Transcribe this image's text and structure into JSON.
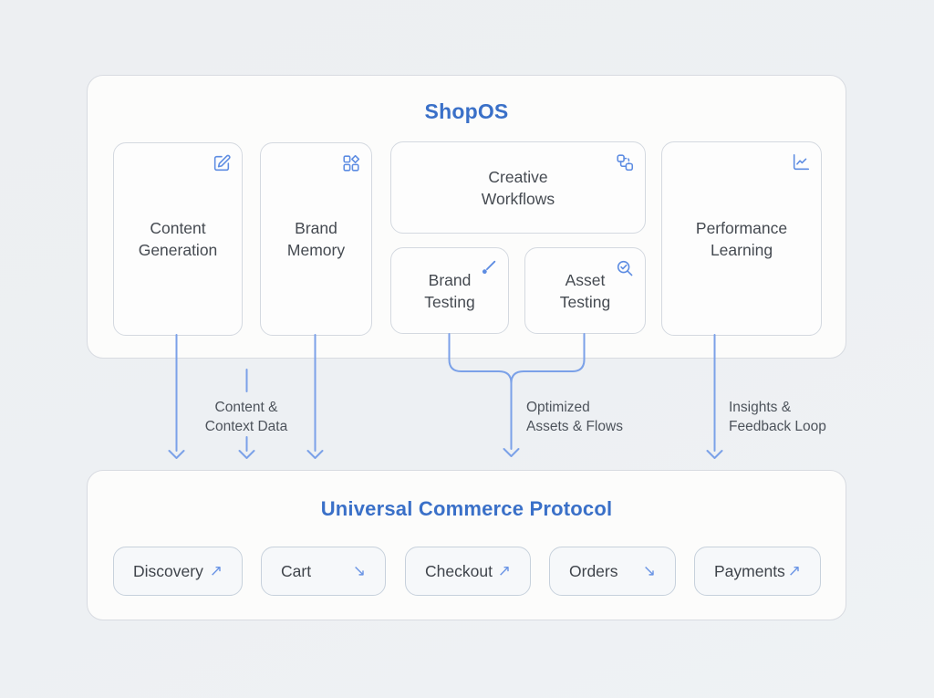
{
  "colors": {
    "accent_blue": "#3a70c8",
    "icon_blue": "#5d8ce2",
    "arrow_blue": "#7ba1e8"
  },
  "shopos": {
    "title": "ShopOS",
    "modules": [
      {
        "label": "Content Generation",
        "icon": "edit-icon"
      },
      {
        "label": "Brand Memory",
        "icon": "category-grid-icon"
      },
      {
        "label": "Creative Workflows",
        "icon": "workflow-icon"
      },
      {
        "label": "Brand Testing",
        "icon": "paintbrush-icon"
      },
      {
        "label": "Asset Testing",
        "icon": "search-check-icon"
      },
      {
        "label": "Performance Learning",
        "icon": "line-chart-icon"
      }
    ]
  },
  "flow_labels": [
    {
      "line1": "Content &",
      "line2": "Context Data"
    },
    {
      "line1": "Optimized",
      "line2": "Assets & Flows"
    },
    {
      "line1": "Insights &",
      "line2": "Feedback Loop"
    }
  ],
  "ucp": {
    "title": "Universal Commerce Protocol",
    "endpoints": [
      {
        "label": "Discovery",
        "arrow": "↗"
      },
      {
        "label": "Cart",
        "arrow": "↘"
      },
      {
        "label": "Checkout",
        "arrow": "↗"
      },
      {
        "label": "Orders",
        "arrow": "↘"
      },
      {
        "label": "Payments",
        "arrow": "↗"
      }
    ]
  }
}
